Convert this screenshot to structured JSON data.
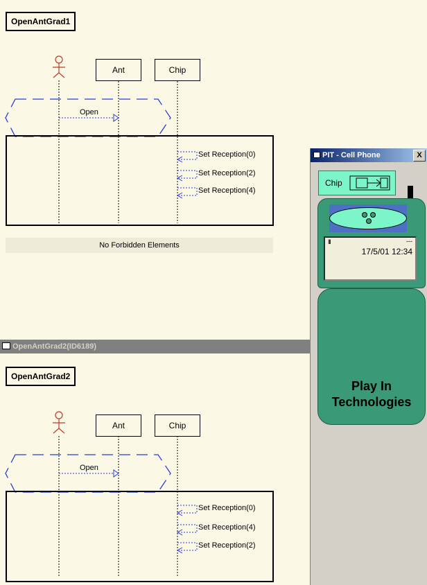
{
  "diagram1": {
    "title": "OpenAntGrad1",
    "objects": [
      "Ant",
      "Chip"
    ],
    "message": "Open",
    "self_messages": [
      "Set Reception(0)",
      "Set Reception(2)",
      "Set Reception(4)"
    ],
    "status": "No Forbidden Elements"
  },
  "window2": {
    "title": "OpenAntGrad2(ID6189)"
  },
  "diagram2": {
    "title": "OpenAntGrad2",
    "objects": [
      "Ant",
      "Chip"
    ],
    "message": "Open",
    "self_messages": [
      "Set Reception(0)",
      "Set Reception(4)",
      "Set Reception(2)"
    ]
  },
  "phone": {
    "window_title": "PIT - Cell Phone",
    "close_glyph": "X",
    "chip_label": "Chip",
    "screen_signal": "Ill",
    "screen_dashes": "---",
    "screen_datetime": "17/5/01 12:34",
    "brand_line1": "Play In",
    "brand_line2": "Technologies",
    "colors": {
      "body": "#3A9A78",
      "screen": "#F2EEDC",
      "button": "#7CF5C8",
      "titlebar": "#0A246A"
    }
  },
  "icons": [
    "actor-icon",
    "window-icon",
    "chip-icon",
    "close-icon",
    "phone-button-icon"
  ]
}
